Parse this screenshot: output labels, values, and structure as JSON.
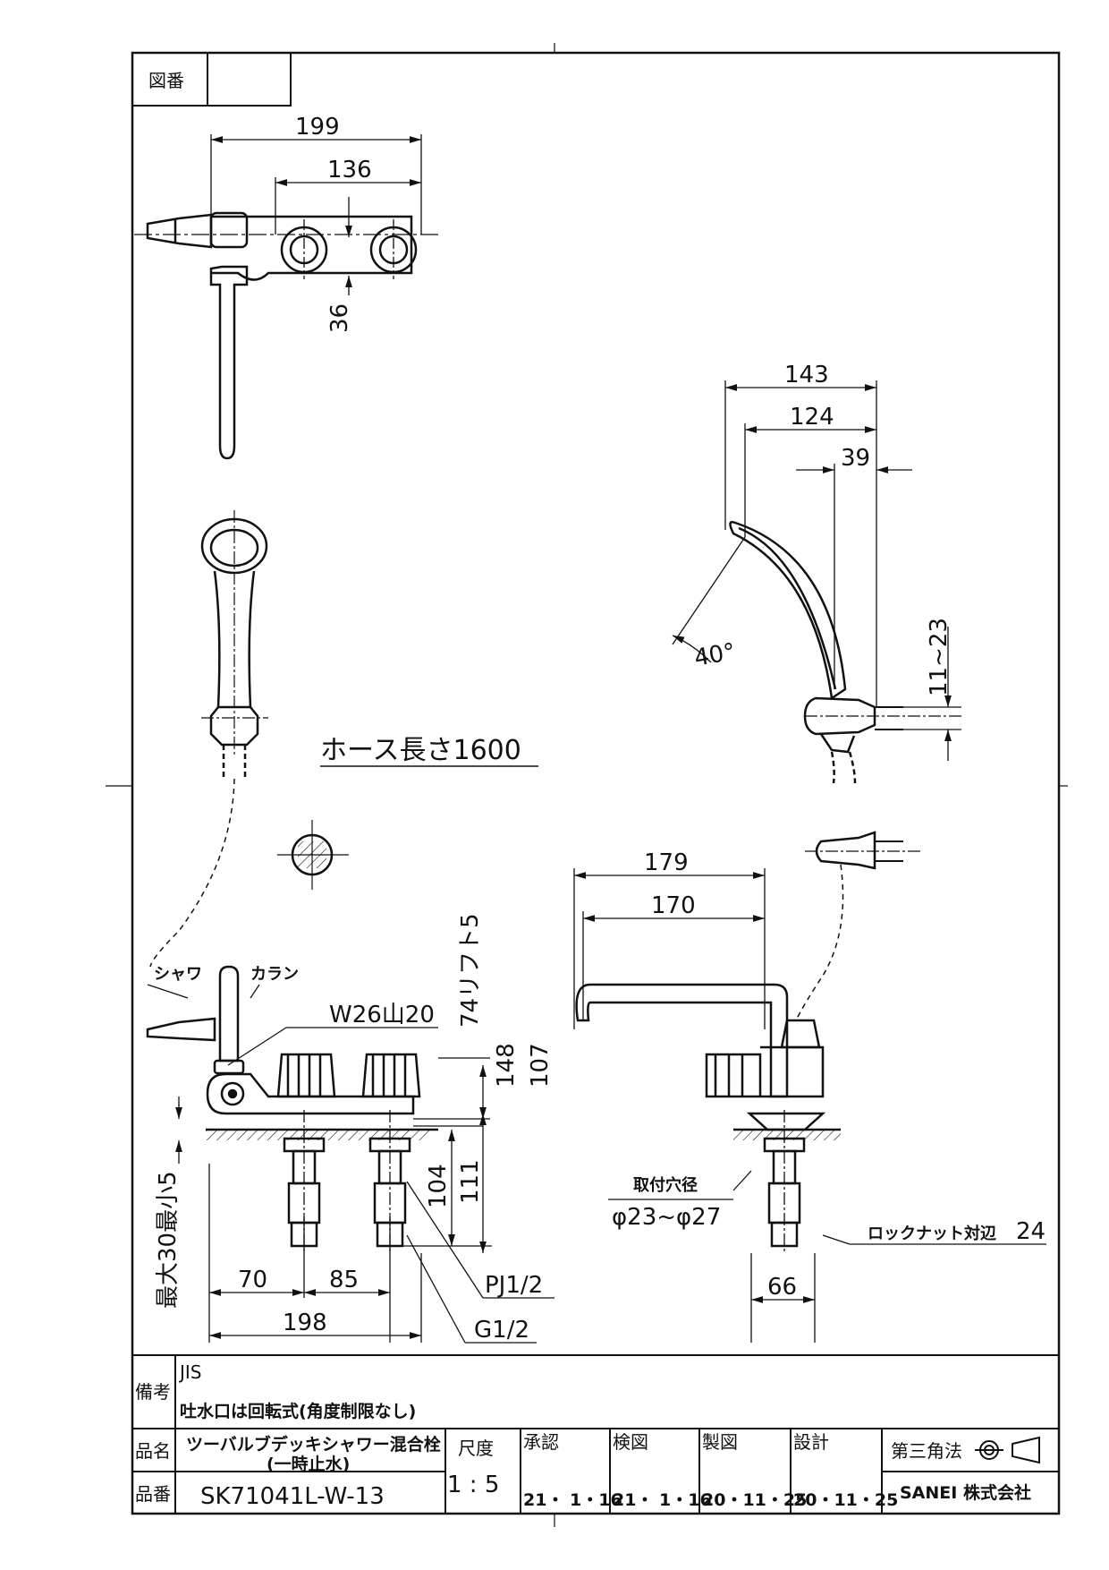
{
  "drawing_no_label": "図番",
  "drawing_no_value": "",
  "top_view": {
    "dim_199": "199",
    "dim_136": "136",
    "dim_36": "36"
  },
  "side_view": {
    "dim_143": "143",
    "dim_124": "124",
    "dim_39": "39",
    "angle": "40°",
    "dim_11_23": "11~23"
  },
  "hose_label": "ホース長さ1600",
  "front_view": {
    "shower": "シャワ",
    "faucet": "カラン",
    "thread": "W26山20",
    "lift": "74リフト5",
    "dim_148": "148",
    "dim_107": "107",
    "dim_104": "104",
    "dim_111": "111",
    "max_min": "最大30最小5",
    "dim_70": "70",
    "dim_85": "85",
    "dim_198": "198",
    "pj": "PJ1/2",
    "g": "G1/2"
  },
  "right_view": {
    "dim_179": "179",
    "dim_170": "170",
    "hole_label": "取付穴径",
    "hole_value": "φ23~φ27",
    "locknut": "ロックナット対辺",
    "locknut_value": "24",
    "dim_66": "66"
  },
  "title_block": {
    "remarks_label": "備考",
    "remarks_line1": "JIS",
    "remarks_line2": "吐水口は回転式(角度制限なし)",
    "name_label": "品名",
    "name_line1": "ツーバルブデッキシャワー混合栓",
    "name_line2": "(一時止水)",
    "number_label": "品番",
    "number_value": "SK71041L-W-13",
    "scale_label": "尺度",
    "scale_value": "1 : 5",
    "approve_label": "承認",
    "approve_date": "21・ 1・16",
    "check_label": "検図",
    "check_date": "21・ 1・16",
    "draw_label": "製図",
    "draw_date": "20・11・25",
    "design_label": "設計",
    "design_date": "20・11・25",
    "projection_label": "第三角法",
    "company": "SANEI 株式会社"
  }
}
